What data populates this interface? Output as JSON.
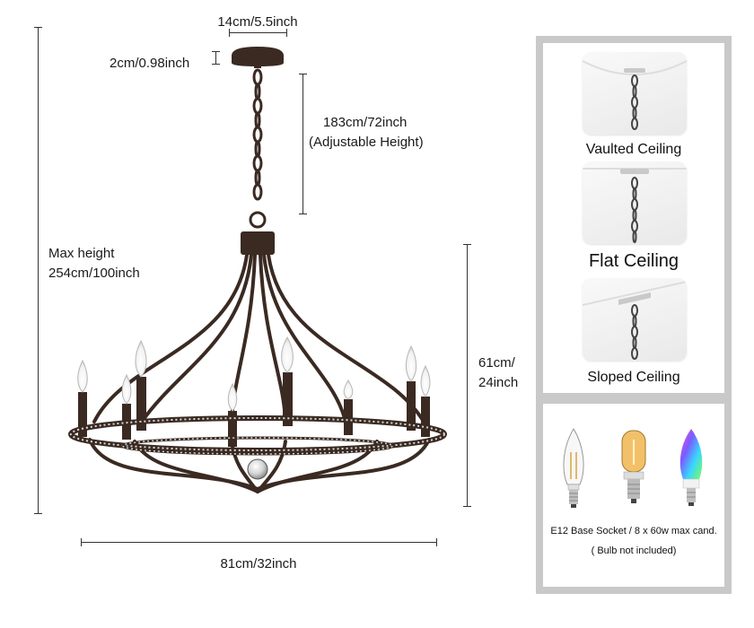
{
  "dimensions": {
    "canopy_width": "14cm/5.5inch",
    "canopy_height": "2cm/0.98inch",
    "chain_length_value": "183cm/72inch",
    "chain_length_note": "(Adjustable Height)",
    "max_height_title": "Max height",
    "max_height_value": "254cm/100inch",
    "body_height_value": "61cm/",
    "body_height_value2": "24inch",
    "width_value": "81cm/32inch"
  },
  "ceilings": [
    {
      "label": "Vaulted Ceiling"
    },
    {
      "label": "Flat Ceiling"
    },
    {
      "label": "Sloped Ceiling"
    }
  ],
  "bulbs": {
    "caption": "E12 Base Socket / 8 x 60w max cand.",
    "note": "( Bulb not included)"
  },
  "colors": {
    "frame": "#3a2a22",
    "panel_border": "#c9c9c9",
    "crystal": "#d8d8d8"
  }
}
